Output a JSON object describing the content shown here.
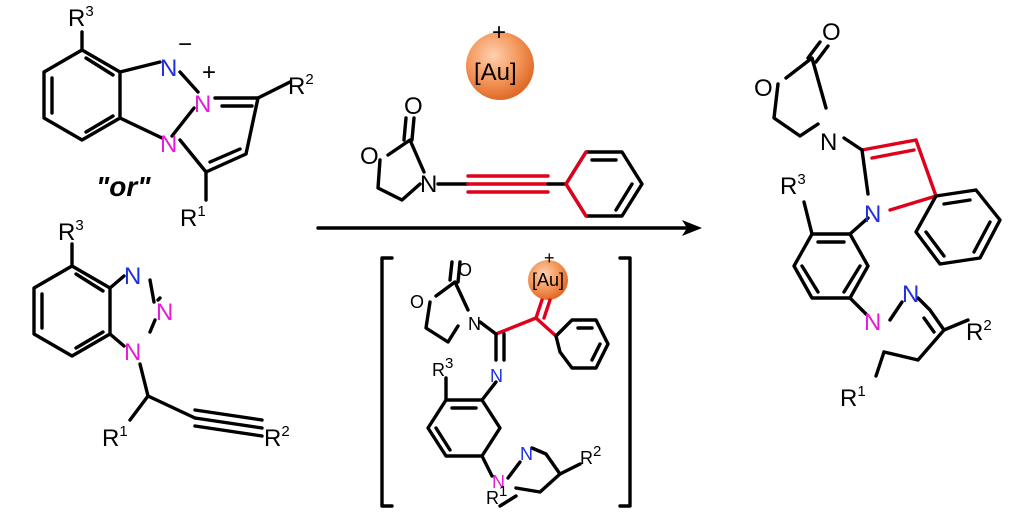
{
  "reactant_1": {
    "r3": "R",
    "r3_sup": "3",
    "n_minus": "N",
    "minus_sign": "−",
    "n_plus": "N",
    "plus_sign": "+",
    "n_ring": "N",
    "r2": "R",
    "r2_sup": "2",
    "r1": "R",
    "r1_sup": "1"
  },
  "or_label": "\"or\"",
  "reactant_2": {
    "r3": "R",
    "r3_sup": "3",
    "n1": "N",
    "n2": "N",
    "n3": "N",
    "r1": "R",
    "r1_sup": "1",
    "r2": "R",
    "r2_sup": "2"
  },
  "catalyst": {
    "charge": "+",
    "label": "[Au]"
  },
  "ynamide": {
    "o_ring": "O",
    "o_carbonyl": "O",
    "n": "N"
  },
  "intermediate": {
    "o_ring": "O",
    "o_carbonyl": "O",
    "n_amide": "N",
    "au_charge": "+",
    "au_label": "[Au]",
    "n_imine": "N",
    "r3": "R",
    "r3_sup": "3",
    "n_pz1": "N",
    "n_pz2": "N",
    "r2": "R",
    "r2_sup": "2",
    "r1": "R",
    "r1_sup": "1"
  },
  "product": {
    "o_ring": "O",
    "o_carbonyl": "O",
    "n_amide": "N",
    "n_indole": "N",
    "r3": "R",
    "r3_sup": "3",
    "n_pz1": "N",
    "n_pz2": "N",
    "r2": "R",
    "r2_sup": "2",
    "r1": "R",
    "r1_sup": "1"
  },
  "colors": {
    "nitrogen_blue": "#1f2fe0",
    "nitrogen_magenta": "#e61ad8",
    "highlight_red": "#e0001a",
    "gold_ball": "#f08a4b"
  }
}
